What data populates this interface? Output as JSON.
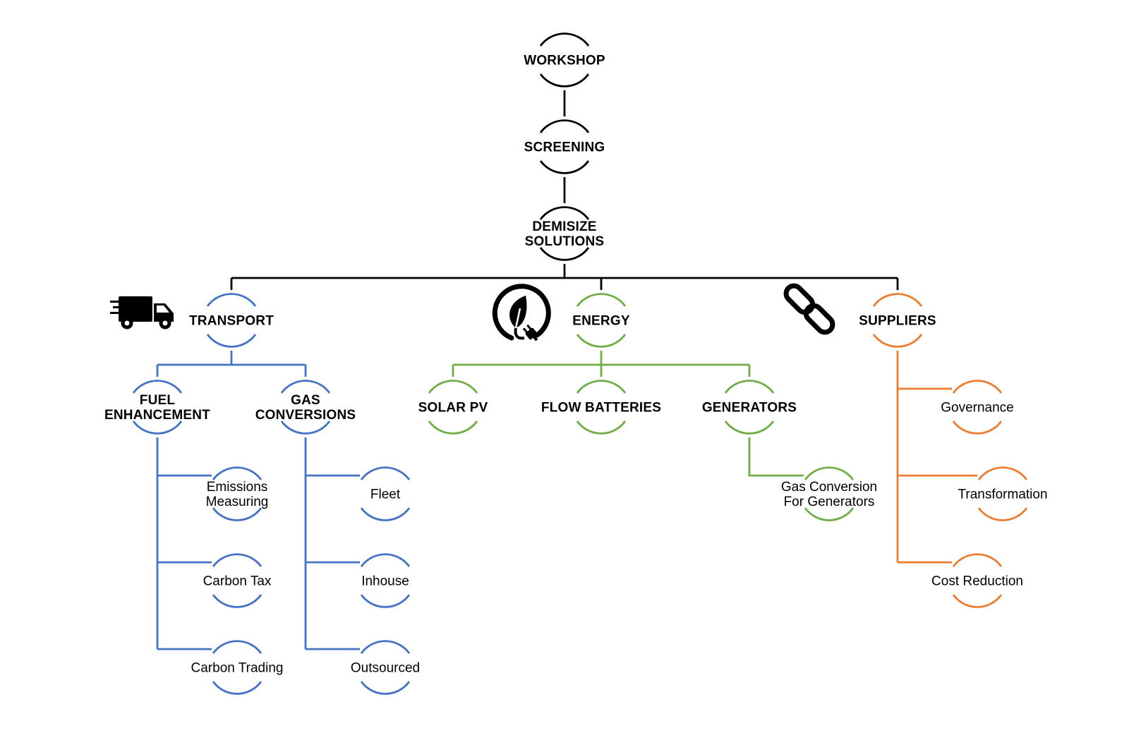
{
  "colors": {
    "root": "#000000",
    "transport": "#4472c4",
    "energy": "#70ad47",
    "suppliers": "#ed7d31"
  },
  "nodes": {
    "workshop": "WORKSHOP",
    "screening": "SCREENING",
    "demisize": [
      "DEMISIZE",
      "SOLUTIONS"
    ],
    "transport": "TRANSPORT",
    "energy": "ENERGY",
    "suppliers": "SUPPLIERS",
    "fuel_enhancement": [
      "FUEL",
      "ENHANCEMENT"
    ],
    "gas_conversions": [
      "GAS",
      "CONVERSIONS"
    ],
    "solar_pv": "SOLAR PV",
    "flow_batteries": "FLOW BATTERIES",
    "generators": "GENERATORS",
    "emissions_measuring": [
      "Emissions",
      "Measuring"
    ],
    "carbon_tax": "Carbon Tax",
    "carbon_trading": "Carbon Trading",
    "fleet": "Fleet",
    "inhouse": "Inhouse",
    "outsourced": "Outsourced",
    "gas_conversion_generators": [
      "Gas Conversion",
      "For Generators"
    ],
    "governance": "Governance",
    "transformation": "Transformation",
    "cost_reduction": "Cost Reduction"
  },
  "icons": {
    "transport": "delivery-truck-icon",
    "energy": "eco-plug-leaf-icon",
    "suppliers": "chain-link-icon"
  }
}
